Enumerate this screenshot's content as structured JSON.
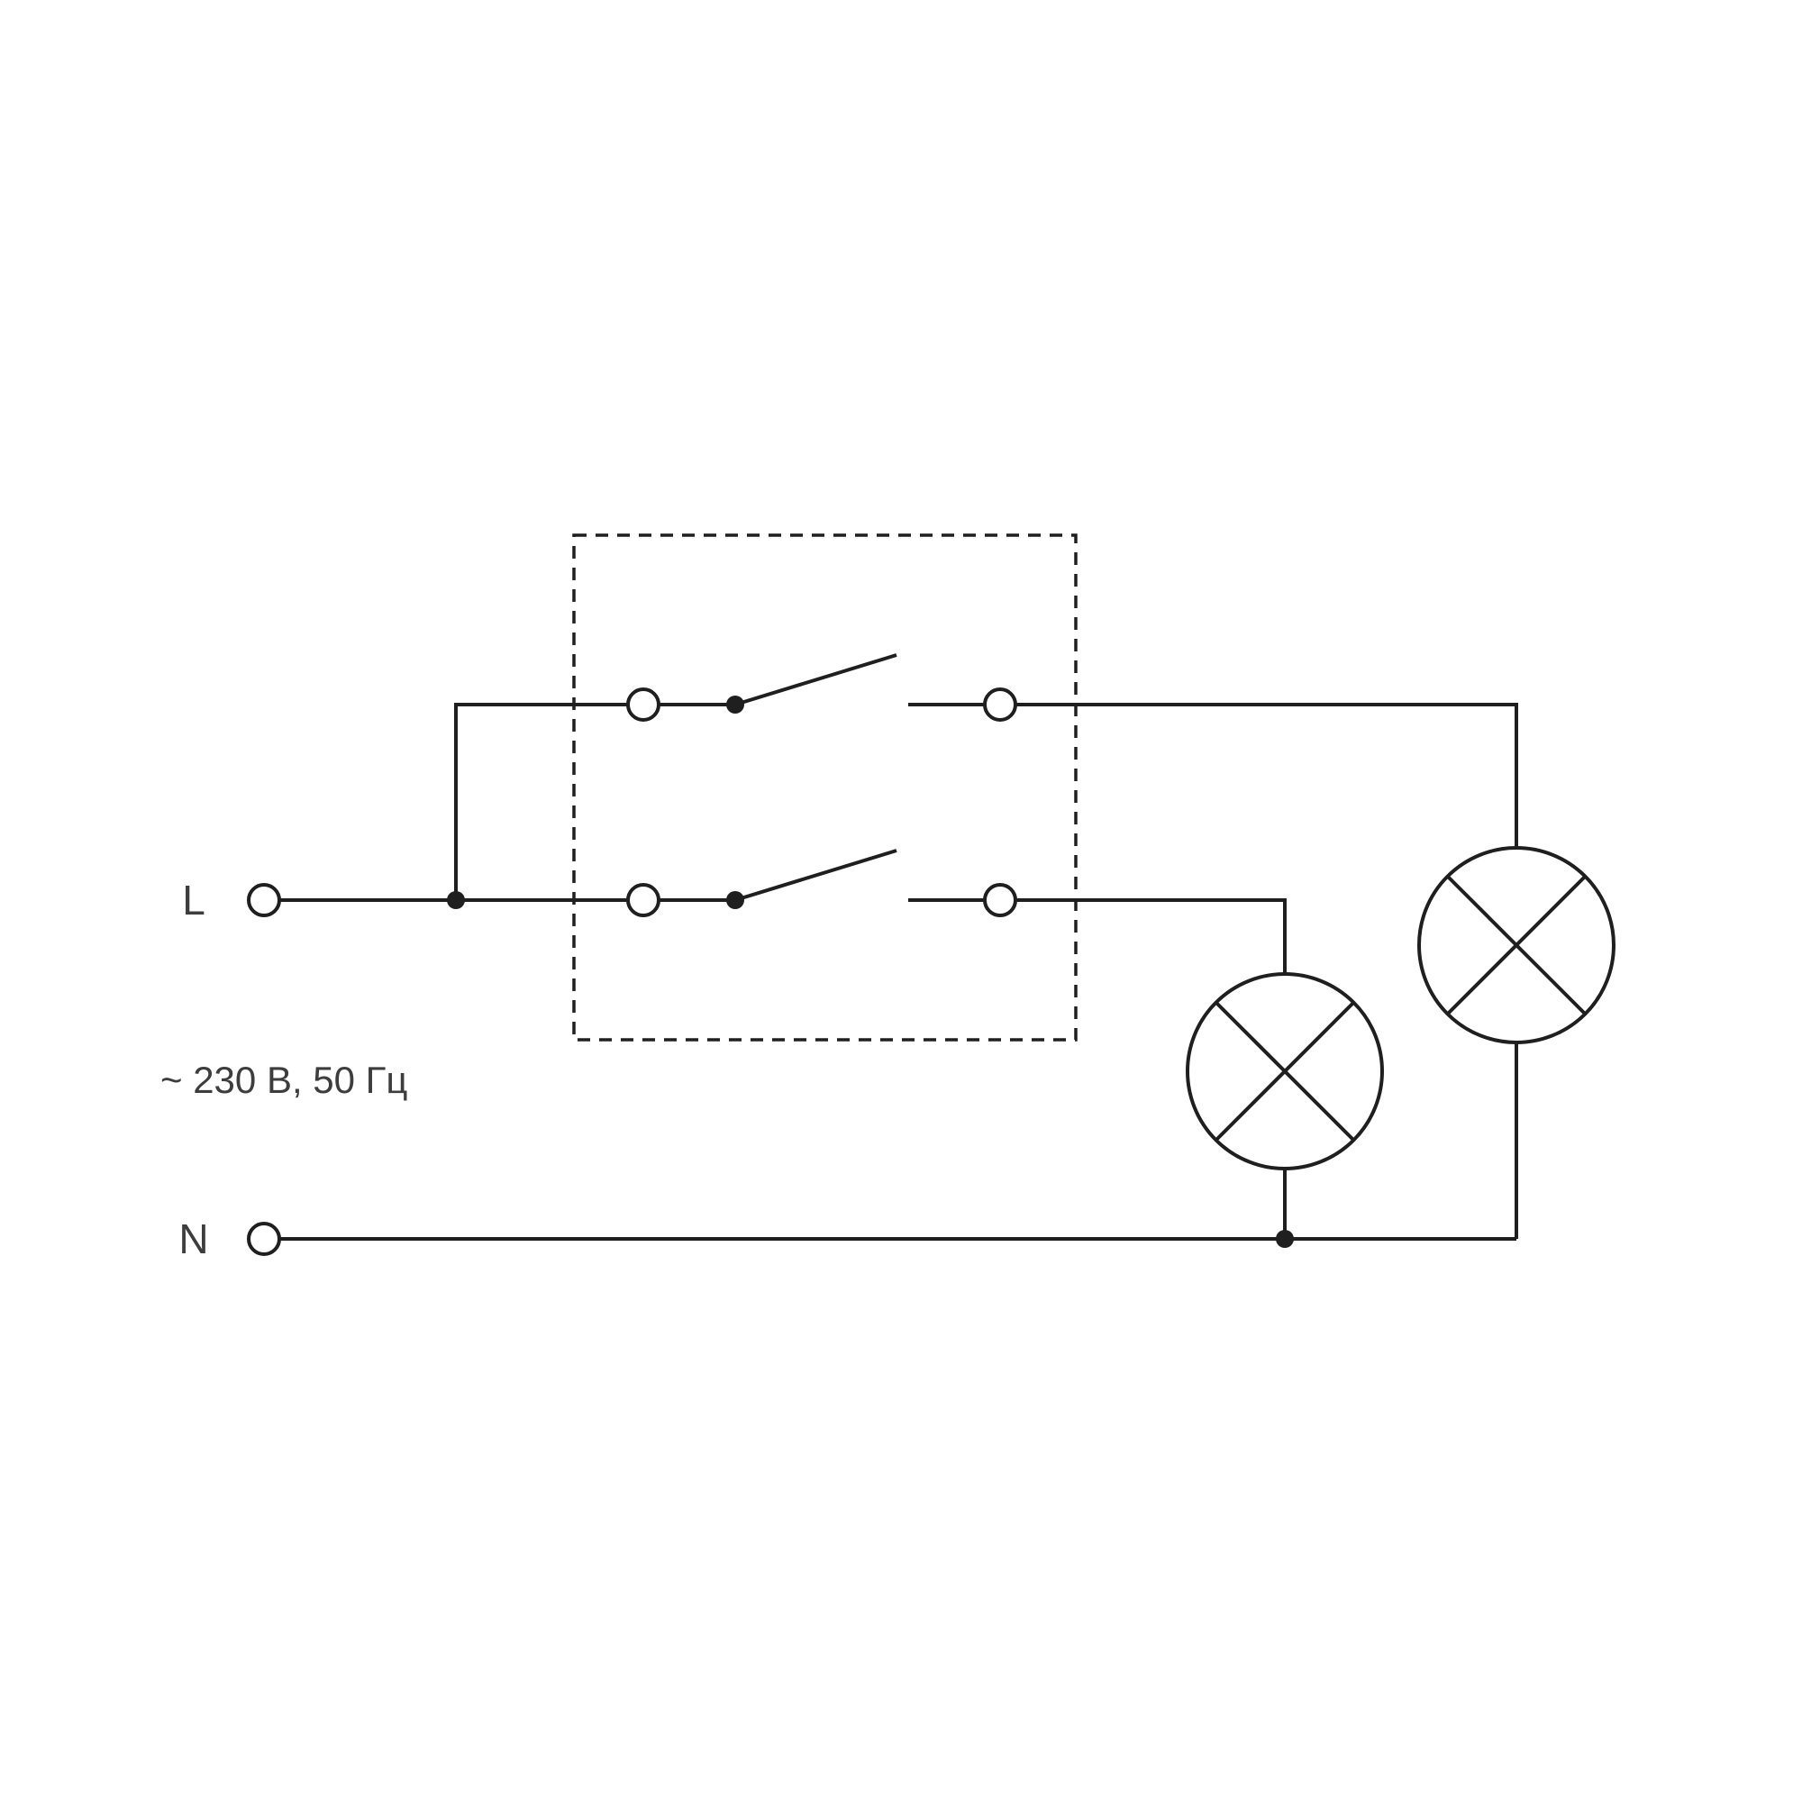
{
  "diagram": {
    "labels": {
      "phase": "L",
      "neutral": "N",
      "rating": "~ 230 В, 50 Гц"
    },
    "colors": {
      "line": "#1f1f1f",
      "text": "#3d3d3d",
      "background": "#ffffff"
    },
    "components": {
      "enclosure": "two-gang-switch-unit",
      "switches": [
        "switch-1",
        "switch-2"
      ],
      "lamps": [
        "lamp-1-icon",
        "lamp-2-icon"
      ],
      "terminals": [
        "phase-terminal",
        "neutral-terminal"
      ]
    }
  }
}
